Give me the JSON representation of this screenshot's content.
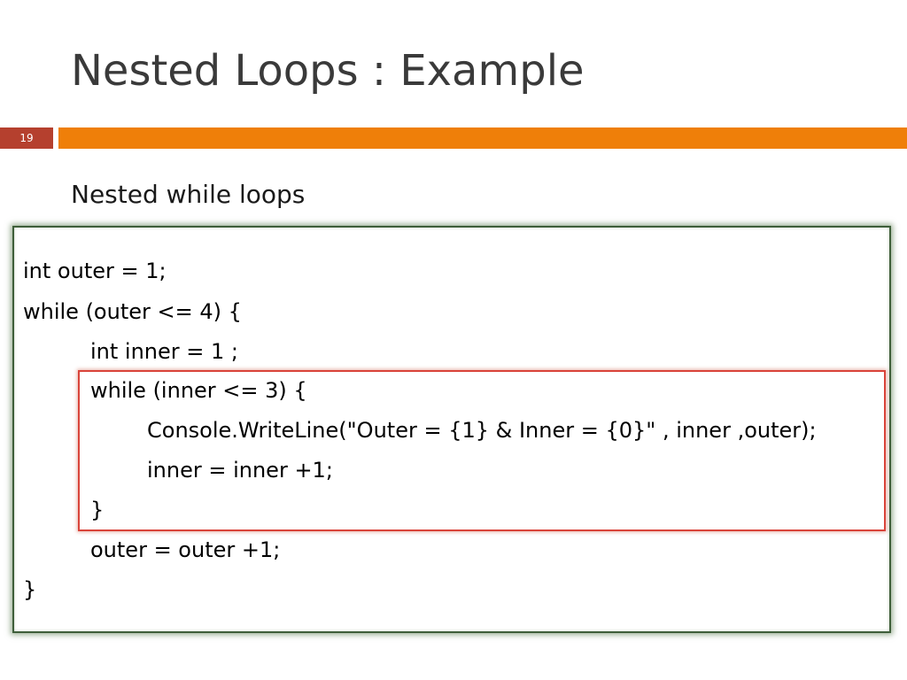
{
  "slide": {
    "title": "Nested Loops : Example",
    "number": "19",
    "subtitle": "Nested while loops"
  },
  "code": {
    "lines": [
      "int outer = 1;",
      "while (outer <= 4) {",
      "int inner = 1 ;",
      "while (inner <= 3) {",
      "Console.WriteLine(\"Outer = {1} & Inner = {0}\" , inner ,outer);",
      "inner = inner +1;",
      "}",
      "outer = outer +1;",
      "}"
    ]
  },
  "colors": {
    "accent_bar": "#ef7f09",
    "slide_number_bg": "#b5402e",
    "frame_border": "#3f5f3a",
    "highlight_border": "#d9443a"
  }
}
